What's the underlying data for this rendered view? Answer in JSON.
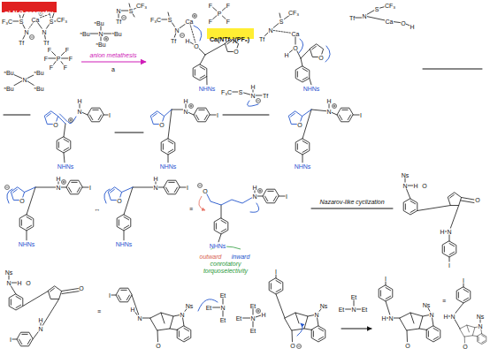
{
  "diagram": {
    "nodes": [
      {
        "text": [
          "η²-N,O geometry"
        ]
      },
      {
        "text": [
          "Ca(NTf₂)(PF₆)"
        ]
      }
    ],
    "labels": [
      "F₃C",
      "S",
      "N",
      "Ca",
      "N",
      "S",
      "CF₃",
      "Tf",
      "Tf",
      "F",
      "F",
      "P",
      "F",
      "F",
      "F",
      "F",
      "ⁿBu",
      "ⁿBu",
      "N",
      "ⁿBu",
      "ⁿBu",
      "anion metathesis",
      "a",
      "ⁿBu",
      "ⁿBu",
      "N",
      "ⁿBu",
      "ⁿBu",
      "N",
      "S",
      "CF₃",
      "Tf",
      "F₃C",
      "S",
      "N",
      "Tf",
      "Ca",
      "F",
      "F",
      "P",
      "F",
      "F",
      "H",
      "O",
      "O",
      "NHNs",
      "Tf",
      "N",
      "S",
      "CF₃",
      "Ca",
      "O",
      "H",
      "O",
      "NHNs",
      "Tf",
      "N",
      "S",
      "CF₃",
      "Ca",
      "O",
      "H",
      "H",
      "N",
      "I",
      "O",
      "NHNs",
      "H",
      "N",
      "I",
      "O",
      "NHNs",
      "F₃C",
      "S",
      "N",
      "H",
      "Tf",
      "H",
      "N",
      "I",
      "O",
      "NHNs",
      "O",
      "H",
      "N",
      "I",
      "NHNs",
      "↔",
      "O",
      "H",
      "N",
      "I",
      "NHNs",
      "≡",
      "O",
      "H",
      "N",
      "I",
      "NHNs",
      "outward",
      "inward",
      "conrotatory",
      "torquoselectivity",
      "Nazarov-like cyclization",
      "Ns",
      "N",
      "H",
      "O",
      "O",
      "H",
      "N",
      "I",
      "Ns",
      "N",
      "H",
      "O",
      "O",
      "H",
      "N",
      "I",
      "≡",
      "I",
      "H",
      "N",
      "N",
      "Ns",
      "O",
      "Et",
      "Et",
      "N",
      "Et",
      "I",
      "Et",
      "Et",
      "N",
      "H",
      "Et",
      "N",
      "Ns",
      "O",
      "Et",
      "Et",
      "N",
      "Et",
      "I",
      "H",
      "N",
      "N",
      "Ns",
      "O",
      "≡",
      "I",
      "H",
      "N",
      "N",
      "Ns",
      "O"
    ]
  }
}
